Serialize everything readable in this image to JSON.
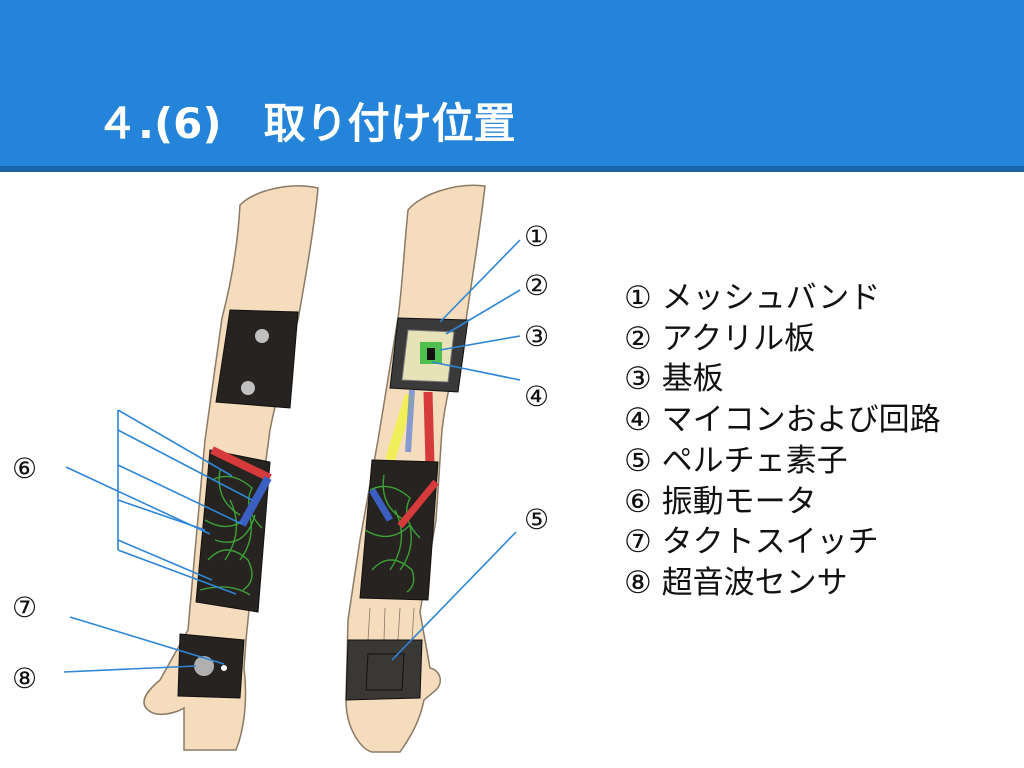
{
  "slide": {
    "title": "４.(6)　取り付け位置",
    "header_color": "#2384d9",
    "header_line_color": "#1b64a6"
  },
  "diagram": {
    "left_arm_markers": [
      "⑥",
      "⑦",
      "⑧"
    ],
    "right_arm_markers": [
      "①",
      "②",
      "③",
      "④",
      "⑤"
    ],
    "line_color": "#2e86d4"
  },
  "legend": {
    "items": [
      "① メッシュバンド",
      "② アクリル板",
      "③ 基板",
      "④ マイコンおよび回路",
      "⑤ ペルチェ素子",
      "⑥ 振動モータ",
      "⑦ タクトスイッチ",
      "⑧ 超音波センサ"
    ]
  }
}
